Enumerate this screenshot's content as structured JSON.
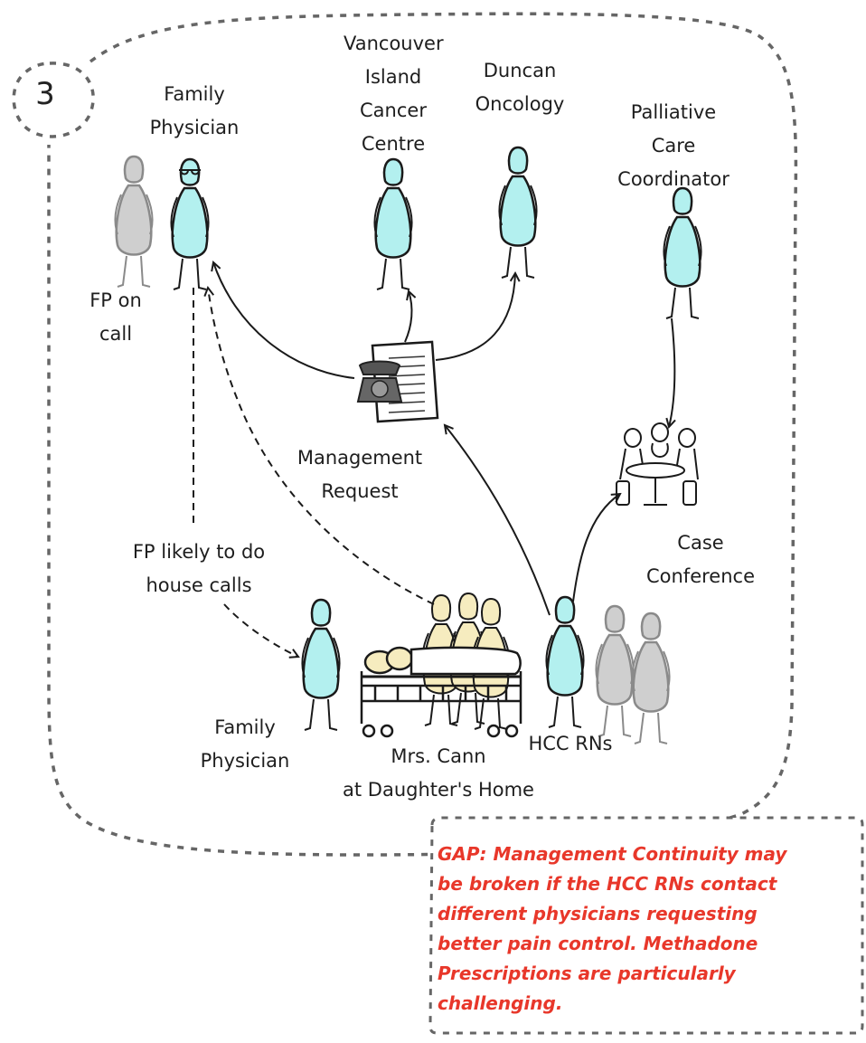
{
  "step_number": "3",
  "nodes": {
    "family_physician_top": [
      "Family",
      "Physician"
    ],
    "vancouver_island_cancer_centre": [
      "Vancouver",
      "Island",
      "Cancer",
      "Centre"
    ],
    "duncan_oncology": [
      "Duncan",
      "Oncology"
    ],
    "palliative_care_coordinator": [
      "Palliative",
      "Care",
      "Coordinator"
    ],
    "fp_on_call": [
      "FP on",
      "call"
    ],
    "management_request": [
      "Management",
      "Request"
    ],
    "fp_house_calls": [
      "FP likely to do",
      "house calls"
    ],
    "case_conference": [
      "Case",
      "Conference"
    ],
    "family_physician_bottom": [
      "Family",
      "Physician"
    ],
    "mrs_cann": [
      "Mrs. Cann",
      "at Daughter's Home"
    ],
    "hcc_rns": [
      "HCC RNs"
    ]
  },
  "gap_note": [
    "GAP: Management Continuity may",
    "be broken if the HCC RNs contact",
    "different physicians requesting",
    "better pain control.  Methadone",
    "Prescriptions are particularly",
    "challenging."
  ],
  "colors": {
    "accent_figure": "#b3f0ef",
    "secondary_figure": "#cfcfcf",
    "family_figure": "#f6ecbf",
    "gap_text": "#e8372a",
    "border": "#666666"
  },
  "icons": [
    "telephone-document-icon",
    "case-conference-table-icon",
    "hospital-bed-icon",
    "person-icon"
  ]
}
